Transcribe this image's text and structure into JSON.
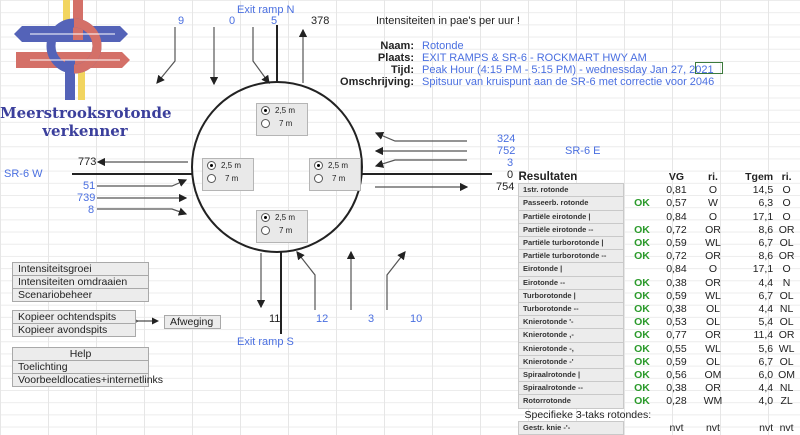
{
  "logo": {
    "title_line1": "Meerstrooksrotonde",
    "title_line2": "verkenner",
    "colors": {
      "blue": "#5463b8",
      "red": "#d47068",
      "yellow": "#f2d560"
    }
  },
  "intro": "Intensiteiten in pae's per uur !",
  "info": {
    "naam_label": "Naam:",
    "naam": "Rotonde",
    "plaats_label": "Plaats:",
    "plaats": "EXIT RAMPS & SR-6 - ROCKMART HWY AM",
    "tijd_label": "Tijd:",
    "tijd": "Peak Hour (4:15 PM - 5:15 PM) - wednessday Jan 27, 2021",
    "omschrijving_label": "Omschrijving:",
    "omschrijving": "Spitsuur van kruispunt aan de SR-6 met correctie voor 2046"
  },
  "legs": {
    "north": {
      "name": "Exit ramp N",
      "in": [
        "9",
        "0",
        "5"
      ],
      "out": "378"
    },
    "south": {
      "name": "Exit ramp S",
      "in": [
        "12",
        "3",
        "10"
      ],
      "out": "11"
    },
    "west": {
      "name": "SR-6 W",
      "in": [
        "51",
        "739",
        "8"
      ],
      "out": "773"
    },
    "east": {
      "name": "SR-6 E",
      "in": [
        "324",
        "752",
        "3"
      ],
      "out": "754",
      "extra": "0"
    }
  },
  "lane_options": {
    "option1": "2,5 m",
    "option2": "7 m",
    "selected": "2,5 m"
  },
  "buttons": {
    "group1": [
      "Intensiteitsgroei",
      "Intensiteiten omdraaien",
      "Scenariobeheer"
    ],
    "group2": [
      "Kopieer ochtendspits",
      "Kopieer avondspits"
    ],
    "afweging": "Afweging",
    "group3": [
      "Help",
      "Toelichting capaciteitsformules",
      "Voorbeeldlocaties+internetlinks"
    ]
  },
  "results": {
    "title": "Resultaten",
    "headers": {
      "vg": "VG",
      "ri": "ri.",
      "tgem": "Tgem",
      "ri2": "ri."
    },
    "rows": [
      {
        "name": "1str. rotonde",
        "ok": "",
        "vg": "0,81",
        "ri": "O",
        "tgem": "14,5",
        "ri2": "O"
      },
      {
        "name": "Passeerb. rotonde",
        "ok": "OK",
        "vg": "0,57",
        "ri": "W",
        "tgem": "6,3",
        "ri2": "O"
      },
      {
        "name": "Partiële eirotonde |",
        "ok": "",
        "vg": "0,84",
        "ri": "O",
        "tgem": "17,1",
        "ri2": "O"
      },
      {
        "name": "Partiële eirotonde --",
        "ok": "OK",
        "vg": "0,72",
        "ri": "OR",
        "tgem": "8,6",
        "ri2": "OR"
      },
      {
        "name": "Partiële turborotonde |",
        "ok": "OK",
        "vg": "0,59",
        "ri": "WL",
        "tgem": "6,7",
        "ri2": "OL"
      },
      {
        "name": "Partiële turborotonde --",
        "ok": "OK",
        "vg": "0,72",
        "ri": "OR",
        "tgem": "8,6",
        "ri2": "OR"
      },
      {
        "name": "Eirotonde        |",
        "ok": "",
        "vg": "0,84",
        "ri": "O",
        "tgem": "17,1",
        "ri2": "O"
      },
      {
        "name": "Eirotonde        --",
        "ok": "OK",
        "vg": "0,38",
        "ri": "OR",
        "tgem": "4,4",
        "ri2": "N"
      },
      {
        "name": "Turborotonde |",
        "ok": "OK",
        "vg": "0,59",
        "ri": "WL",
        "tgem": "6,7",
        "ri2": "OL"
      },
      {
        "name": "Turborotonde --",
        "ok": "OK",
        "vg": "0,38",
        "ri": "OL",
        "tgem": "4,4",
        "ri2": "NL"
      },
      {
        "name": "Knierotonde    '-",
        "ok": "OK",
        "vg": "0,53",
        "ri": "OL",
        "tgem": "5,4",
        "ri2": "OL"
      },
      {
        "name": "Knierotonde    ,-",
        "ok": "OK",
        "vg": "0,77",
        "ri": "OR",
        "tgem": "11,4",
        "ri2": "OR"
      },
      {
        "name": "Knierotonde    -,",
        "ok": "OK",
        "vg": "0,55",
        "ri": "WL",
        "tgem": "5,6",
        "ri2": "WL"
      },
      {
        "name": "Knierotonde    -'",
        "ok": "OK",
        "vg": "0,59",
        "ri": "OL",
        "tgem": "6,7",
        "ri2": "OL"
      },
      {
        "name": "Spiraalrotonde |",
        "ok": "OK",
        "vg": "0,56",
        "ri": "OM",
        "tgem": "6,0",
        "ri2": "OM"
      },
      {
        "name": "Spiraalrotonde --",
        "ok": "OK",
        "vg": "0,38",
        "ri": "OR",
        "tgem": "4,4",
        "ri2": "NL"
      },
      {
        "name": "Rotorrotonde",
        "ok": "OK",
        "vg": "0,28",
        "ri": "WM",
        "tgem": "4,0",
        "ri2": "ZL"
      }
    ],
    "specific_title": "Specifieke 3-taks rotondes:",
    "specific_rows": [
      {
        "name": "Gestr. knie   -'-",
        "ok": "",
        "vg": "nvt",
        "ri": "nvt",
        "tgem": "nvt",
        "ri2": "nvt"
      }
    ]
  }
}
